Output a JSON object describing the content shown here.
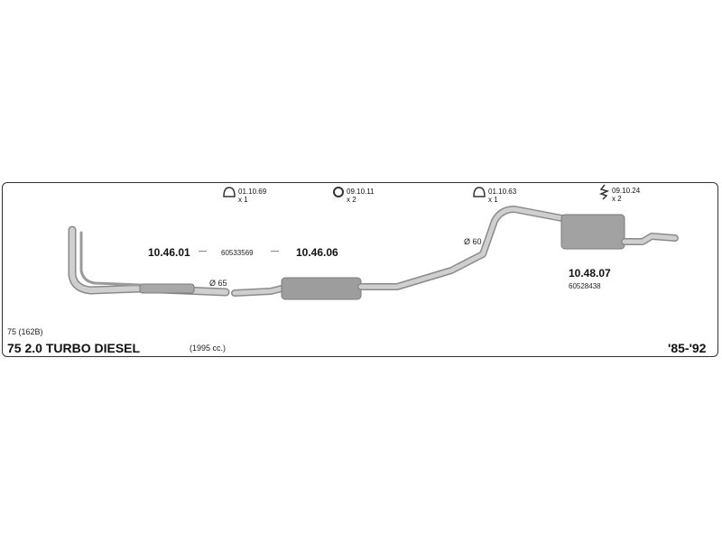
{
  "fittings": [
    {
      "icon": "clamp-icon",
      "label": "01.10.69 x 1"
    },
    {
      "icon": "ring-icon",
      "label": "09.10.11 x 2"
    },
    {
      "icon": "clamp-icon",
      "label": "01.10.63 x 1"
    },
    {
      "icon": "spring-icon",
      "label": "09.10.24 x 2"
    }
  ],
  "parts": {
    "front": {
      "code": "10.46.01"
    },
    "middle_ref": "60533569",
    "middle": {
      "code": "10.46.06"
    },
    "rear": {
      "code": "10.48.07",
      "ref": "60528438"
    }
  },
  "diameters": {
    "front": "Ø 65",
    "rear": "Ø 60"
  },
  "dash": "—",
  "vehicle": {
    "model_code": "75 (162B)",
    "title": "75  2.0 TURBO DIESEL",
    "displacement": "(1995 cc.)",
    "years": "'85-'92"
  },
  "colors": {
    "pipe": "#c7c7c7",
    "pipe_edge": "#8a8a8a",
    "muffler": "#9d9d9d",
    "frame": "#333333"
  }
}
